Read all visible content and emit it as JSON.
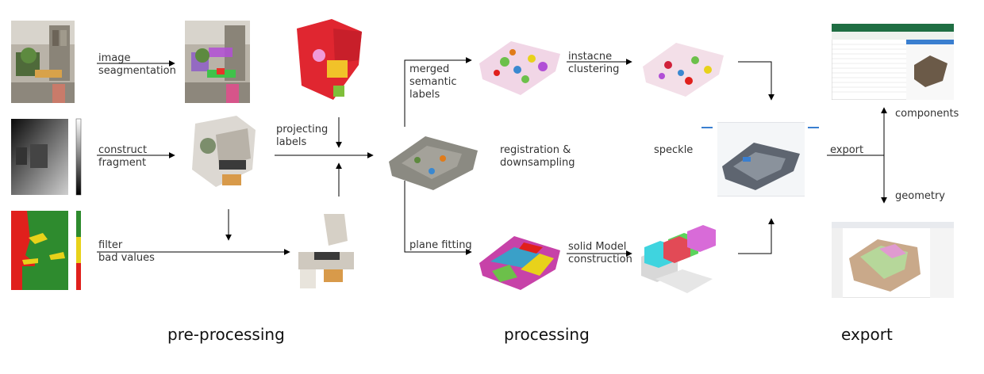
{
  "labels": {
    "image_segmentation": "image\nseagmentation",
    "construct_fragment": "construct\nfragment",
    "filter_bad_values": "filter\nbad values",
    "projecting_labels": "projecting\nlabels",
    "merged_semantic_labels": "merged\nsemantic\nlabels",
    "instance_clustering": "instacne\nclustering",
    "registration_downsampling": "registration &\ndownsampling",
    "plane_fitting": "plane fitting",
    "solid_model_construction": "solid Model\nconstruction",
    "speckle": "speckle",
    "export": "export",
    "components": "components",
    "geometry": "geometry"
  },
  "sections": {
    "preprocessing": "pre-processing",
    "processing": "processing",
    "export": "export"
  },
  "colors": {
    "arrow": "#000000",
    "seg_red": "#e0201c",
    "seg_green": "#2e8b2e",
    "seg_yellow": "#e8d21a",
    "sky_blue": "#3a7fd0"
  }
}
